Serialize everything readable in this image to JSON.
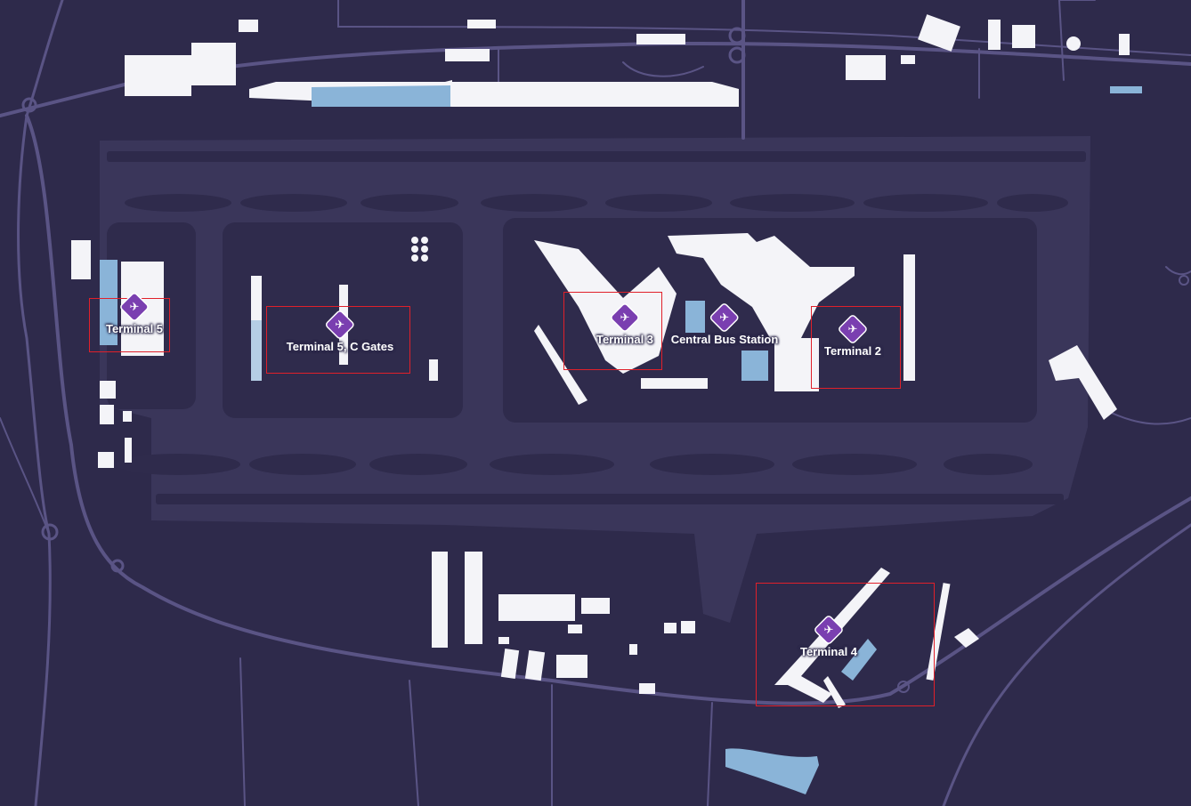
{
  "map": {
    "colors": {
      "background": "#2e2a4b",
      "roads": "#5a5485",
      "airfield": "#3a365a",
      "buildings": "#f4f4f8",
      "water_roof": "#8ab4d8",
      "poi_marker": "#7a3fb0",
      "highlight": "#e0202a"
    },
    "pois": [
      {
        "id": "terminal-5",
        "label": "Terminal 5",
        "icon": "airplane-icon"
      },
      {
        "id": "terminal-5c",
        "label": "Terminal 5, C Gates",
        "icon": "airplane-icon"
      },
      {
        "id": "terminal-3",
        "label": "Terminal 3",
        "icon": "airplane-icon"
      },
      {
        "id": "central-bus-station",
        "label": "Central Bus Station",
        "icon": "airplane-icon"
      },
      {
        "id": "terminal-2",
        "label": "Terminal 2",
        "icon": "airplane-icon"
      },
      {
        "id": "terminal-4",
        "label": "Terminal 4",
        "icon": "airplane-icon"
      }
    ]
  }
}
